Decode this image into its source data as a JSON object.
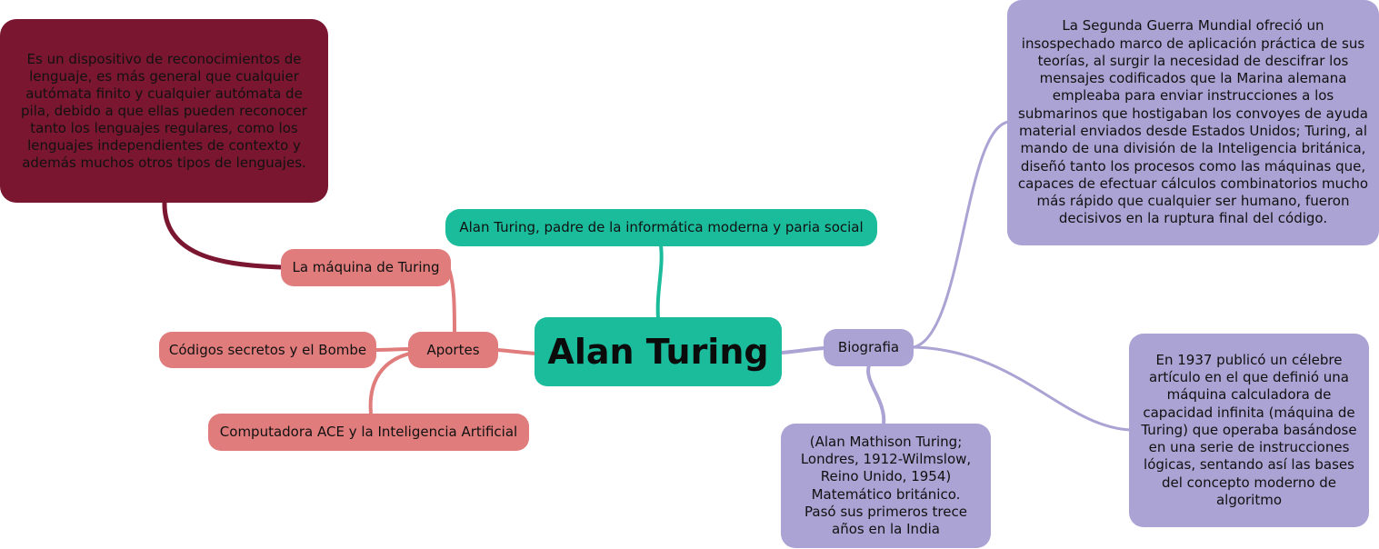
{
  "central": {
    "label": "Alan Turing"
  },
  "subtopic_top": {
    "label": "Alan Turing, padre de la informática moderna y paria social"
  },
  "aportes": {
    "label": "Aportes",
    "children": [
      {
        "label": "La máquina de Turing"
      },
      {
        "label": "Códigos secretos y el Bombe"
      },
      {
        "label": "Computadora ACE y la Inteligencia Artificial"
      }
    ],
    "maquina_detail": "Es un dispositivo de reconocimientos de lenguaje, es más general que cualquier autómata finito y cualquier autómata de pila, debido a que ellas pueden reconocer tanto los lenguajes regulares, como los lenguajes independientes de contexto y además muchos otros tipos de lenguajes."
  },
  "biografia": {
    "label": "Biografia",
    "children": [
      {
        "text": "La Segunda Guerra Mundial ofreció un insospechado marco de aplicación práctica de sus teorías, al surgir la necesidad de descifrar los mensajes codificados que la Marina alemana empleaba para enviar instrucciones a los submarinos que hostigaban los convoyes de ayuda material enviados desde Estados Unidos; Turing, al mando de una división de la Inteligencia británica, diseñó tanto los procesos como las máquinas que, capaces de efectuar cálculos combinatorios mucho más rápido que cualquier ser humano, fueron decisivos en la ruptura final del código."
      },
      {
        "text": "En 1937 publicó un célebre artículo en el que definió una máquina calculadora de capacidad infinita (máquina de Turing) que operaba basándose en una serie de instrucciones lógicas, sentando así las bases del concepto moderno de algoritmo"
      },
      {
        "text": "(Alan Mathison Turing; Londres, 1912-Wilmslow, Reino Unido, 1954) Matemático británico. Pasó sus primeros trece años en la India"
      }
    ]
  },
  "colors": {
    "central": "#1abc9c",
    "aportes_branch": "#e07c7c",
    "detail_dark": "#7b1630",
    "biografia_branch": "#aaa3d3"
  }
}
